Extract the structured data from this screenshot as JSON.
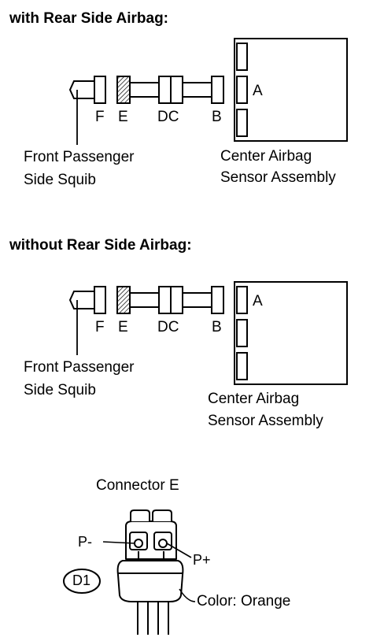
{
  "section1": {
    "heading": "with Rear Side Airbag:",
    "connectors": {
      "f": "F",
      "e": "E",
      "dc": "DC",
      "b": "B",
      "a": "A"
    },
    "squib_label": [
      "Front Passenger",
      "Side Squib"
    ],
    "sensor_label": [
      "Center Airbag",
      "Sensor Assembly"
    ]
  },
  "section2": {
    "heading": "without Rear Side Airbag:",
    "connectors": {
      "f": "F",
      "e": "E",
      "dc": "DC",
      "b": "B",
      "a": "A"
    },
    "squib_label": [
      "Front Passenger",
      "Side Squib"
    ],
    "sensor_label": [
      "Center Airbag",
      "Sensor Assembly"
    ]
  },
  "connector_detail": {
    "title": "Connector E",
    "pin_minus": "P-",
    "pin_plus": "P+",
    "badge": "D1",
    "color_label": "Color: Orange"
  }
}
